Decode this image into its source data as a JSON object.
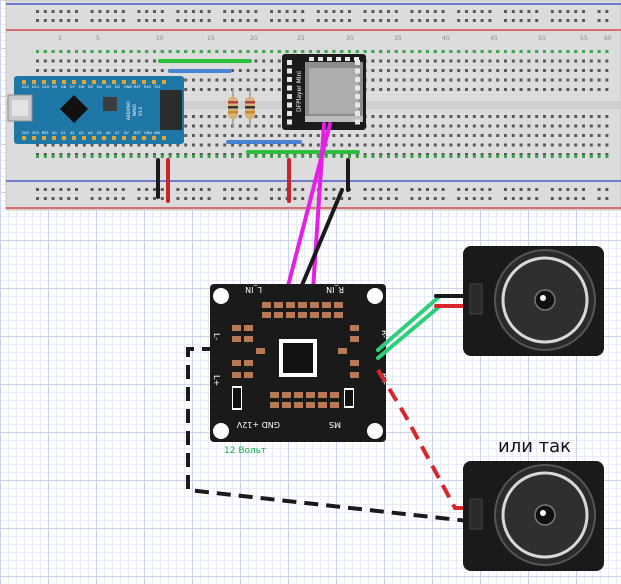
{
  "breadboard": {
    "column_numbers": [
      "1",
      "5",
      "10",
      "15",
      "20",
      "25",
      "30",
      "35",
      "40",
      "45",
      "50",
      "55",
      "60"
    ]
  },
  "arduino": {
    "name": "Arduino Nano",
    "top_pins": [
      "D12",
      "D11",
      "D10",
      "D9",
      "D8",
      "D7",
      "D6",
      "D5",
      "D4",
      "D3",
      "D2",
      "GND",
      "RST",
      "RX0",
      "TX1"
    ],
    "bottom_pins": [
      "D13",
      "3V3",
      "REF",
      "A0",
      "A1",
      "A2",
      "A3",
      "A4",
      "A5",
      "A6",
      "A7",
      "5V",
      "RST",
      "GND",
      "VIN"
    ],
    "board_text": [
      "ARDUINO",
      "NANO",
      "V3.0"
    ]
  },
  "dfplayer": {
    "label": "DFPlayer Mini"
  },
  "amplifier": {
    "labels": {
      "l_in": "L_IN",
      "r_in": "R_IN",
      "l_minus": "L-",
      "l_plus": "L+",
      "r_minus": "R-",
      "r_plus": "R+",
      "power": "GND +12V",
      "ms": "MS"
    },
    "voltage_note": "12 Вольт"
  },
  "caption_or": "или так",
  "colors": {
    "magenta_wire": "#e51fe5",
    "green_wire": "#2fcf7a",
    "red_wire": "#d9262c",
    "black_wire": "#1a1a1a",
    "arduino_board": "#1f77a8",
    "note_green": "#15b34a"
  }
}
